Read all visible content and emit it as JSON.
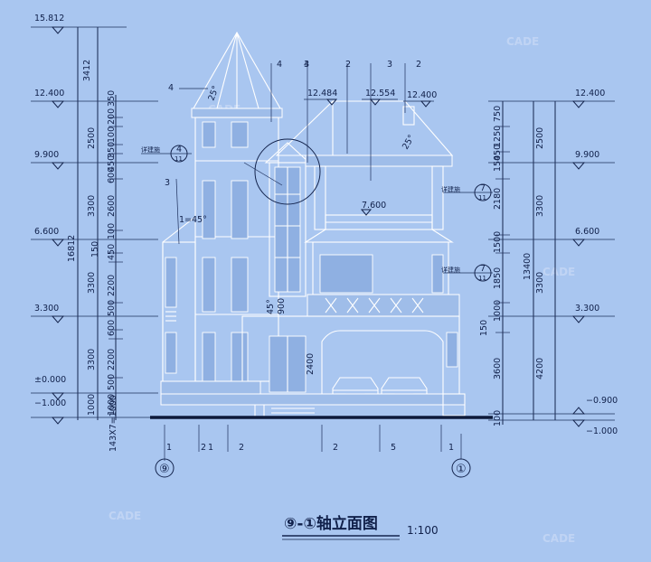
{
  "drawing": {
    "title": "⑨-①轴立面图",
    "scale": "1:100",
    "axis_left": "⑨",
    "axis_right": "①",
    "watermark": "CADE"
  },
  "levels_left": [
    "15.812",
    "12.400",
    "9.900",
    "6.600",
    "3.300",
    "±0.000",
    "−1.000"
  ],
  "levels_right": [
    "12.400",
    "9.900",
    "6.600",
    "3.300",
    "−0.900",
    "−1.000"
  ],
  "levels_top": [
    "12.484",
    "12.554",
    "12.400"
  ],
  "level_mid": "7.600",
  "dims_left_outer": [
    "3412",
    "16812",
    "143X7=1000"
  ],
  "dims_left_inner": [
    "2500",
    "3300",
    "3300",
    "3300",
    "1000"
  ],
  "dims_left_detail": [
    "350",
    "200",
    "100",
    "350",
    "450",
    "600",
    "2600",
    "100",
    "150",
    "450",
    "2200",
    "500",
    "600",
    "2200",
    "500",
    "1000"
  ],
  "dims_right_outer": [
    "13400"
  ],
  "dims_right_mid": [
    "2500",
    "3300",
    "3300",
    "4200"
  ],
  "dims_right_inner": [
    "750",
    "1250",
    "450",
    "150",
    "2180",
    "1500",
    "1850",
    "1000",
    "150",
    "3600",
    "100"
  ],
  "dims_building": [
    "2400",
    "900",
    "45°",
    "1=45°"
  ],
  "callouts": {
    "detail_label": "详建施",
    "d1_num": "4",
    "d1_sheet": "11",
    "d2_num": "7",
    "d2_sheet": "11",
    "d3_num": "7",
    "d3_sheet": "11"
  },
  "leader_nums_top": [
    "4",
    "3",
    "4",
    "2",
    "3",
    "2"
  ],
  "leader_nums_left": [
    "4",
    "3"
  ],
  "leader_nums_bottom": [
    "1",
    "2",
    "1",
    "2",
    "2",
    "5",
    "1"
  ],
  "roof_pitch": [
    "25°",
    "25°"
  ],
  "colors": {
    "background": "#a9c6f0",
    "dimension_lines": "#14244d",
    "building_lines": "#ffffff"
  }
}
